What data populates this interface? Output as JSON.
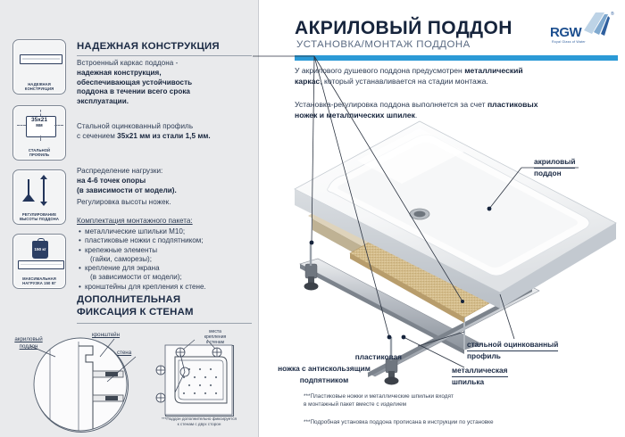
{
  "header": {
    "title": "АКРИЛОВЫЙ ПОДДОН",
    "subtitle": "УСТАНОВКА/МОНТАЖ ПОДДОНА",
    "accent_color": "#2b9ad6",
    "logo": {
      "name": "RGW",
      "tagline": "Royal Glass of Water",
      "registered_mark": "®",
      "color": "#1d4f8f"
    }
  },
  "intro": {
    "paragraph1_a": "У акрилового душевого поддона предусмотрен ",
    "paragraph1_b": "металлический",
    "paragraph1_c": "каркас",
    "paragraph1_d": ", который устанавливается на стадии монтажа.",
    "paragraph2_a": "Установка-регулировка поддона выполняется за счет ",
    "paragraph2_b": "пластиковых",
    "paragraph2_c": "ножек и металлических шпилек",
    "paragraph2_d": "."
  },
  "left": {
    "heading1": "НАДЕЖНАЯ КОНСТРУКЦИЯ",
    "para1_line1": "Встроенный каркас поддона -",
    "para1_line2": "надежная конструкция,",
    "para1_line3": "обеспечивающая устойчивость",
    "para1_line4": "поддона в течении всего срока",
    "para1_line5": "эксплуатации.",
    "para2_line1": "Стальной оцинкованный профиль",
    "para2_line2_a": "с сечением ",
    "para2_line2_b": "35х21 мм из стали 1,5 мм.",
    "para3_line1": "Распределение нагрузки:",
    "para3_line2": "на 4-6 точек опоры",
    "para3_line3": "(в зависимости от модели).",
    "para4": "Регулировка высоты ножек.",
    "kit_title": "Комплектация монтажного пакета:",
    "kit_items": [
      "металлические шпильки M10;",
      "пластиковые ножки с подпятником;",
      "крепежные элементы",
      "(гайки, саморезы);",
      "крепление для экрана",
      "(в зависимости от модели);",
      "кронштейны для крепления к стене."
    ],
    "heading2_line1": "ДОПОЛНИТЕЛЬНАЯ",
    "heading2_line2": "ФИКСАЦИЯ К СТЕНАМ",
    "icons": [
      {
        "caption_line1": "НАДЕЖНАЯ",
        "caption_line2": "КОНСТРУКЦИЯ",
        "icon": "frame-rail-icon"
      },
      {
        "caption_line1": "СТАЛЬНОЙ",
        "caption_line2": "ПРОФИЛЬ",
        "icon": "profile-section-icon",
        "value_top": "35x21",
        "value_bottom": "мм"
      },
      {
        "caption_line1": "РЕГУЛИРОВАНИЕ",
        "caption_line2": "ВЫСОТЫ ПОДДОНА",
        "icon": "leg-height-icon"
      },
      {
        "caption_line1": "МАКСИМАЛЬНАЯ",
        "caption_line2": "НАГРУЗКА 150 КГ",
        "icon": "max-load-icon",
        "value_top": "150 кг"
      }
    ],
    "wall_diagram": {
      "label_tray_line1": "акриловый",
      "label_tray_line2": "поддон",
      "label_bracket": "кронштейн",
      "label_wall": "стена",
      "label_points_line1": "места",
      "label_points_line2": "крепления",
      "label_points_line3": "к стенам",
      "footnote_line1": "***Поддон дополнительно фиксируется",
      "footnote_line2": "к стенам с двух сторон"
    }
  },
  "diagram": {
    "label_acrylic_line1": "акриловый",
    "label_acrylic_line2": "поддон",
    "label_profile_line1": "стальной оцинкованный",
    "label_profile_line2": "профиль",
    "label_stud_line1": "металлическая",
    "label_stud_line2": "шпилька",
    "label_leg_line1": "пластиковая",
    "label_leg_line2": "ножка с антискользящим",
    "label_leg_line3": "подпятником",
    "note1_line1": "***Пластиковые ножки и металлические шпильки входят",
    "note1_line2": "в монтажный пакет вместе с изделием",
    "note2": "***Подробная установка поддона прописана в инструкции по установке"
  }
}
